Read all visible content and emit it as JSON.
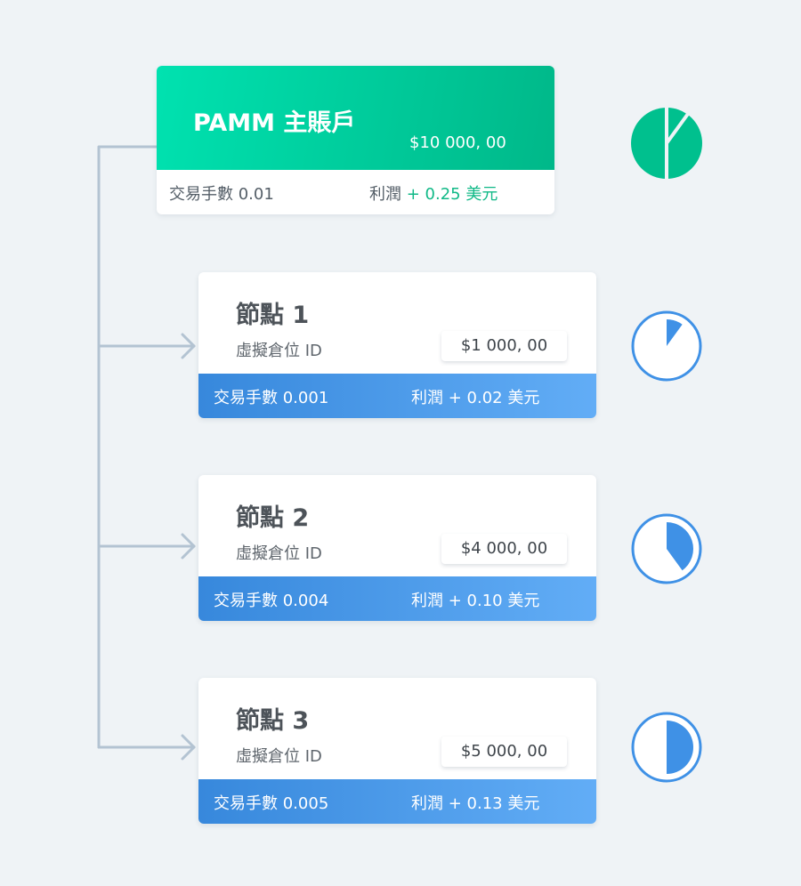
{
  "master": {
    "title": "PAMM 主賬戶",
    "amount": "$10 000, 00",
    "lots_label": "交易手數",
    "lots_value": "0.01",
    "profit_label": "利潤",
    "profit_value": "+ 0.25 美元",
    "color": "#00c99a"
  },
  "nodes": [
    {
      "title": "節點 1",
      "subtitle": "虛擬倉位 ID",
      "amount": "$1 000, 00",
      "lots_label": "交易手數",
      "lots_value": "0.001",
      "profit_label": "利潤",
      "profit_value": "+ 0.02 美元",
      "share": 0.1
    },
    {
      "title": "節點 2",
      "subtitle": "虛擬倉位 ID",
      "amount": "$4 000, 00",
      "lots_label": "交易手數",
      "lots_value": "0.004",
      "profit_label": "利潤",
      "profit_value": "+ 0.10 美元",
      "share": 0.4
    },
    {
      "title": "節點 3",
      "subtitle": "虛擬倉位 ID",
      "amount": "$5 000, 00",
      "lots_label": "交易手數",
      "lots_value": "0.005",
      "profit_label": "利潤",
      "profit_value": "+ 0.13 美元",
      "share": 0.5
    }
  ],
  "colors": {
    "node_accent": "#3f91e6",
    "connector": "#b3c3d2",
    "master_pie": "#00c08e"
  }
}
